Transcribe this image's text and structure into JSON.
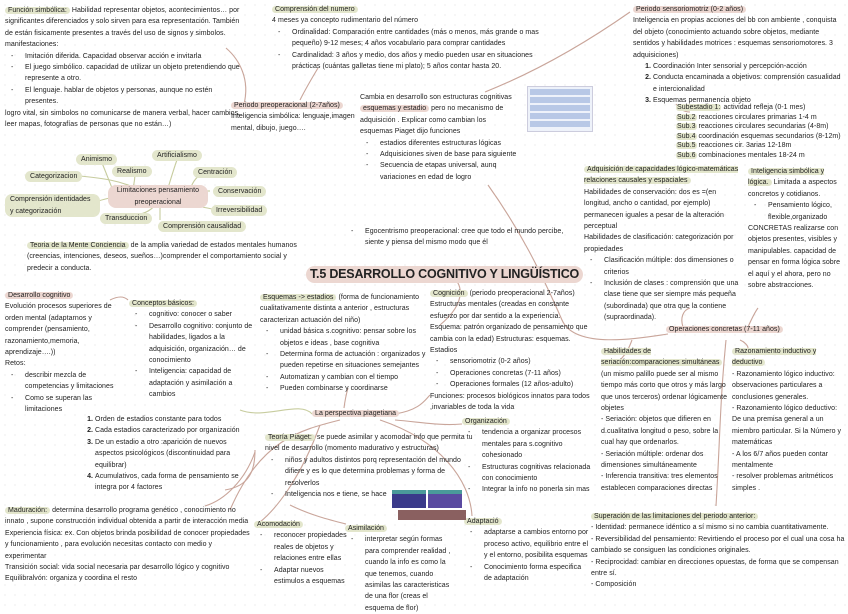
{
  "title": "T.5 DESARROLLO COGNITIVO Y LINGÜÍSTICO",
  "colors": {
    "green_highlight": "#e3e6cc",
    "pink_highlight": "#ecd7d1",
    "connector": "#c9a59a",
    "connector_green": "#c7cc9e"
  },
  "nodes": {
    "funcion_simbolica": {
      "label": "Función simbólica:",
      "text": "Habilidad representar objetos, acontecimientos… por significantes diferenciados y solo sirven para esa representación. También de están fisicamente presentes a través del uso de signos y simbolos. manifestaciones:",
      "items": [
        "Imitación diferida. Capacidad observar acción e invitarla",
        "El juego simbólico. capacidad de utilizar un objeto pretendiendo que represente a otro.",
        "El lenguaje. hablar de objetos y personas, aunque no estén presentes."
      ],
      "after": [
        "logro vital, sin simbolos no comunicarse de manera verbal, hacer cambios, leer mapas, fotografías de personas que no están…)"
      ]
    },
    "comprension_numero": {
      "label": "Comprensión del numero",
      "after": [
        "4 meses ya concepto rudimentario del número"
      ],
      "items": [
        "Ordinalidad: Comparación entre cantidades (más o menos, más grande o mas pequeño) 9-12 meses; 4 años vocabulario para comprar cantidades",
        "Cardinalidad: 3 años y medio, dos años y medio pueden usar en situaciones prácticas (cuántas galletas tiene mi plato); 5 años contar hasta 20."
      ]
    },
    "periodo_preoperacional": {
      "label": "Periodo preoperacional (2-7años)",
      "after": [
        "Inteligencia simbólica: lenguaje,imagen mental, dibujo, juego…."
      ]
    },
    "cambia": {
      "text": "Cambia en desarrollo son estructuras cognitivas",
      "label": "esquemas y estadio",
      "text2": "pero no mecanismo de adquisición . Explicar como cambian los esquemas Piaget dijo funciones",
      "items": [
        "estadios diferentes estructuras lógicas",
        "Adquisiciones siven de base para siguiente",
        "Secuencia de etapas universal, aunq variaciones en edad de logro"
      ]
    },
    "sensoriomotriz": {
      "label": "Periodo sensoriomotriz (0-2 años)",
      "after": [
        "Inteligencia en propias acciones del bb con ambiente , conquista del objeto (conocimiento actuando sobre objetos, mediante sentidos y habilidades motrices : esquemas sensoriomotores. 3 adquisiciones)"
      ],
      "items": [
        "Coordinación Inter sensorial y percepción-acción",
        "Conducta encaminada a objetivos: comprensión casualidad e intercionalidad",
        "Esquemas permanencia objeto"
      ]
    },
    "subestadios": [
      {
        "label": "Subestadio 1:",
        "text": "actividad refleja (0-1 mes)"
      },
      {
        "label": "Sub.2",
        "text": "reacciones circulares primarias 1-4 m"
      },
      {
        "label": "Sub.3",
        "text": "reacciones circulares secundarias (4-8m)"
      },
      {
        "label": "Sub.4",
        "text": "coordinación esquemas secundarios (8-12m)"
      },
      {
        "label": "Sub.5",
        "text": "reacciones cir. 3arias 12-18m"
      },
      {
        "label": "Sub.6",
        "text": "combinaciones mentales 18-24 m"
      }
    ],
    "limitaciones": {
      "center": "Limitaciones pensamiento preoperacional",
      "satellites": [
        "Animismo",
        "Realismo",
        "Artificialismo",
        "Categorizacion",
        "Centración",
        "Conservación",
        "Comprensión identidades y categorización",
        "Irreversibilidad",
        "Transduccion",
        "Comprensión causalidad"
      ]
    },
    "teoria_mente": {
      "label": "Teoria de la Mente Conciencia",
      "text": "de la amplia variedad de estados mentales humanos (creencias, intenciones, deseos, sueños…)comprender el comportamiento social y predecir a conducta."
    },
    "egocentrismo": {
      "items": [
        "Egocentrismo preoperacional: cree que todo el mundo percibe, siente y piensa del mismo modo que él"
      ]
    },
    "adquisicion": {
      "label": "Adquisición de capacidades lógico-matemáticas relaciones causales y espaciales",
      "after": [
        "Habilidades de conservación: dos es =(en longitud, ancho o cantidad, por ejemplo) permanecen iguales a pesar de la alteración perceptual",
        "Habilidades de clasificación: categorización por propiedades"
      ],
      "items": [
        "Clasificación múltiple: dos dimensiones o criterios",
        "Inclusión de clases : comprensión que una clase tiene que ser siempre más pequeña (subordinada) que otra que la contiene (supraordinada)."
      ]
    },
    "inteligencia_logica": {
      "label": "Inteligencia simbólica y lógica.",
      "text": "Limitada a aspectos concretos y cotidianos.",
      "items": [
        "Pensamiento lógico, flexible,organizado"
      ],
      "after": [
        "CONCRETAS realizarse con objetos presentes, visibles y manipulables. capacidad de pensar en forma lógica sobre el aquí y el ahora, pero no sobre abstracciones."
      ]
    },
    "operaciones_concretas": {
      "label": "Operaciones concretas (7-11 años)"
    },
    "desarrollo_cognitivo": {
      "label": "Desarrollo cognitivo",
      "after": [
        "Evolución procesos superiores de orden mental (adaptarnos y comprender (pensamiento, razonamiento,memoria, aprendizaje….))",
        "Retos:"
      ],
      "items": [
        "describir mezcla de competencias y limitaciones",
        "Como se superan las limitaciones"
      ]
    },
    "conceptos_basicos": {
      "label": "Conceptos básicos:",
      "items": [
        "cognitivo: conocer o saber",
        "Desarrollo cognitivo: conjunto de habilidades, ligados a la adquisición, organización… de conocimiento",
        "Inteligencia: capacidad de adaptación y asimilación a cambios"
      ]
    },
    "esquemas": {
      "label": "Esquemas -> estadios",
      "text": "(forma de funcionamiento cualitativamente distinta a anterior , estructuras caracterizan actuación del niño)",
      "items": [
        "unidad básica s.cognitivo: pensar sobre los objetos e ideas , base cognitiva",
        "Determina forma de actuación : organizados y pueden repetirse en situaciones semejantes",
        "Automatizan y cambian con el tiempo",
        "Pueden combinarse y coordinarse"
      ]
    },
    "cognicion": {
      "label": "Cognición",
      "text": "(periodo preoperacional 2-7años) Estructuras mentales (creadas en constante esfuerzo por dar sentido a la experiencia. Esquema: patrón organizado de pensamiento que cambia con la edad) Estructuras: esquemas. Estadios",
      "items": [
        "sensoriomotriz (0-2 años)",
        "Operaciones concretas (7-11 años)",
        "Operaciones formales (12 años-adulto)"
      ],
      "after": [
        "Funciones: procesos biológicos innatos para todos ,invariables de toda la vida"
      ]
    },
    "estadios_lista": {
      "items": [
        "Orden de estadios constante para todos",
        "Cada estadios caracterizado por organización",
        "De un estadio a otro :aparición de nuevos aspectos psicológicos (discontinuidad para equilibrar)",
        "Acumulativos, cada forma de pensamiento se integra por 4 factores"
      ]
    },
    "perspectiva": {
      "label": "La perspectiva piagetiana"
    },
    "teoria_piaget": {
      "label": "Teoría Piaget:",
      "text": "se puede asimilar y acomodar info que permita tu nivel de desarrollo (momento madurativo y estructuras)",
      "items": [
        "niños y adultos distintos porq representación del mundo difiere y es lo que determina problemas y forma de resolverlos",
        "Inteligencia nos e tiene, se hace"
      ]
    },
    "organizacion": {
      "label": "Organización",
      "items": [
        "tendencia a organizar procesos mentales para s.cognitivo cohesionado",
        "Estructuras cognitivas relacionada con conocimiento",
        "Integrar la info no ponerla sin mas"
      ]
    },
    "seriacion": {
      "label": "Habilidades de seriación:comparaciones simultáneas",
      "text": "(un mismo palillo puede ser al mismo tiempo más corto que otros y más largo que unos terceros) ordenar lógicamente objetes",
      "after": [
        "- Seriación: objetos que difieren en d.cualitativa longitud o peso, sobre la cual hay que ordenarlos.",
        "- Seriación múltiple: ordenar dos dimensiones simultáneamente",
        "- Inferencia transitiva: tres elementos establecen comparaciones directas"
      ]
    },
    "razonamiento": {
      "label": "Razonamiento inductivo y deductivo",
      "after": [
        "- Razonamiento lógico inductivo: observaciones particulares a conclusiones generales.",
        "- Razonamiento lógico deductivo: De una premisa general a un miembro particular. Si la Número y matemáticas",
        "- A los 6/7 años pueden contar mentalmente",
        "- resolver problemas aritméticos simples ."
      ]
    },
    "maduracion": {
      "label": "Maduración:",
      "text": "determina desarrollo programa genético , conocimiento no innato , supone construcción individual obtenida a partir de interacción media",
      "after": [
        "Experiencia física: ex. Con objetos brinda posibilidad de conocer propiedades y funcionamiento , para evolución necesitas contacto con medio y experimentar",
        "Transición social: vida social necesaria par desarrollo lógico y cognitivo",
        "Equilibralvón: organiza y coordina el resto"
      ]
    },
    "acomodacion": {
      "label": "Acomodación",
      "items": [
        "reconocer propiedades reales de objetos y relaciones entre ellas",
        "Adaptar nuevos estimulos a esquemas"
      ]
    },
    "asimilacion": {
      "label": "Asimilación",
      "items": [
        "interpretar según formas para comprender realidad , cuando la info es como la que tenemos, cuando asimilas las caracteristicas de una flor (creas el esquema de flor)"
      ]
    },
    "adaptacion": {
      "label": "Adaptació",
      "items": [
        "adaptarse a cambios entorno por proceso activo, equilibrio entre el y el entorno, posibilita esquemas",
        "Conocimiento forma especifica de adaptación"
      ]
    },
    "superacion": {
      "label": "Superación de las limitaciones del periodo anterior:",
      "after": [
        "- Identidad: permanece idéntico a sí mismo si no cambia cuantitativamente.",
        "- Reversibilidad del pensamiento: Revirtiendo el proceso por el cual una cosa ha cambiado se consiguen las condiciones originales.",
        "- Reciprocidad: cambiar en direcciones opuestas, de forma que se compensan entre sí.",
        "- Composición"
      ]
    }
  }
}
